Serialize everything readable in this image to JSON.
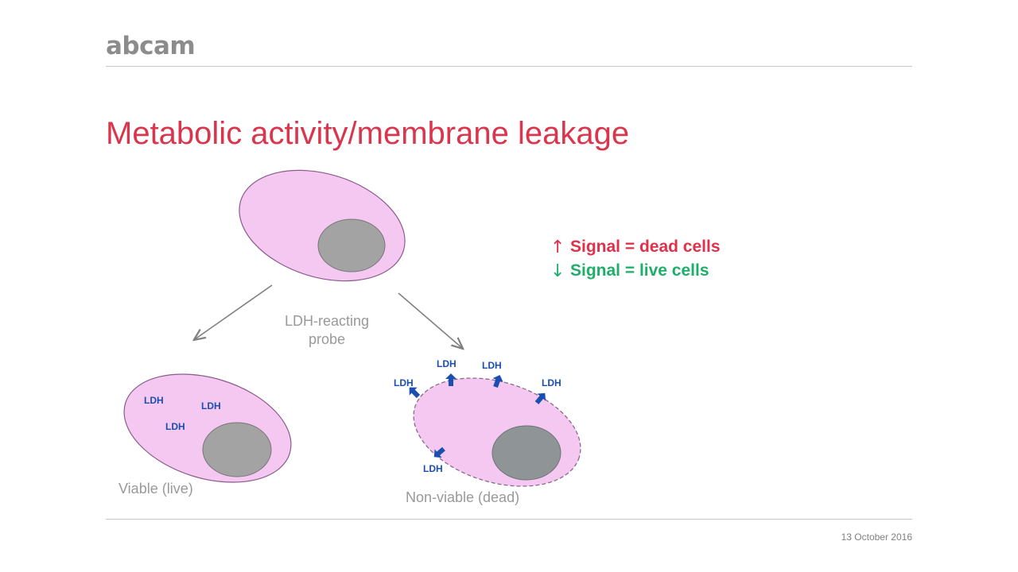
{
  "header": {
    "logo_text": "abcam"
  },
  "slide": {
    "title": "Metabolic activity/membrane leakage",
    "date": "13 October 2016"
  },
  "diagram": {
    "probe_label_line1": "LDH-reacting",
    "probe_label_line2": "probe",
    "live_cell_label": "Viable (live)",
    "dead_cell_label": "Non-viable (dead)",
    "enzyme_label": "LDH"
  },
  "legend": {
    "up_arrow": "↑",
    "down_arrow": "↓",
    "dead_text": "Signal = dead cells",
    "live_text": "Signal = live cells"
  },
  "colors": {
    "title": "#d9364d",
    "cell_fill": "#f4c8f1",
    "nucleus": "#a0a0a0",
    "enzyme": "#1a4fb0",
    "signal_up": "#e0304a",
    "signal_down": "#1fae6a"
  }
}
